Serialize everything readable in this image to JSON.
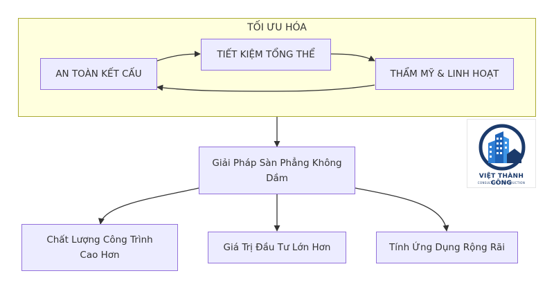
{
  "cluster": {
    "title": "TỐI ƯU HÓA"
  },
  "nodes": {
    "an_toan": "AN TOÀN KẾT CẤU",
    "tiet_kiem": "TIẾT KIỆM TỔNG THỂ",
    "tham_my": "THẨM MỸ & LINH HOẠT",
    "giai_phap_line1": "Giải Pháp Sàn Phẳng Không",
    "giai_phap_line2": "Dầm",
    "chat_luong_line1": "Chất Lượng Công Trình",
    "chat_luong_line2": "Cao Hơn",
    "gia_tri": "Giá Trị Đầu Tư Lớn Hơn",
    "tinh_ung_dung": "Tính Ứng Dụng Rộng Rãi"
  },
  "logo": {
    "name": "VIỆT THÀNH CÔNG",
    "subtitle": "CONSULTING CONSTRUCTION"
  },
  "colors": {
    "node_fill": "#ececff",
    "node_stroke": "#9370db",
    "cluster_fill": "#ffffde",
    "cluster_stroke": "#aaaa33",
    "edge": "#333333"
  }
}
